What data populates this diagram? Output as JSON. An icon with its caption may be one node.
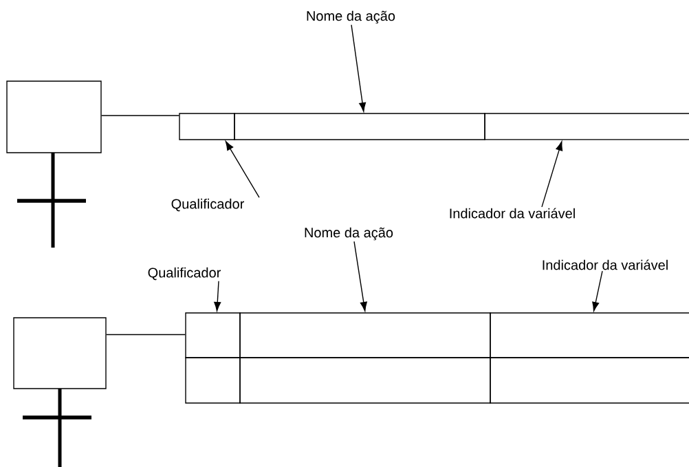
{
  "diagram": {
    "nodes": [
      {
        "text": [],
        "shape": "box"
      },
      {
        "text": [],
        "shape": "box"
      },
      {
        "text": [],
        "shape": "box"
      },
      {
        "text": [],
        "shape": "box"
      },
      {
        "text": [
          "Nome da ação"
        ]
      },
      {
        "text": [
          "Qualificador"
        ]
      },
      {
        "text": [
          "Indicador da variável"
        ]
      },
      {
        "text": [],
        "shape": "box"
      },
      {
        "text": [],
        "shape": "box"
      },
      {
        "text": [],
        "shape": "box"
      },
      {
        "text": [],
        "shape": "box"
      },
      {
        "text": [],
        "shape": "box"
      },
      {
        "text": [],
        "shape": "box"
      },
      {
        "text": [],
        "shape": "box"
      },
      {
        "text": [
          "Nome da ação"
        ]
      },
      {
        "text": [
          "Qualificador"
        ]
      },
      {
        "text": [
          "Indicador da variável"
        ]
      }
    ],
    "edges": [
      {
        "from": 0,
        "to": 1,
        "arrow": "none"
      },
      {
        "from": 4,
        "to": 2,
        "arrow": "to"
      },
      {
        "from": 5,
        "to": 1,
        "arrow": "to"
      },
      {
        "from": 6,
        "to": 3,
        "arrow": "to"
      },
      {
        "from": 7,
        "to": 8,
        "arrow": "none"
      },
      {
        "from": 14,
        "to": 10,
        "arrow": "to"
      },
      {
        "from": 15,
        "to": 8,
        "arrow": "to"
      },
      {
        "from": 16,
        "to": 12,
        "arrow": "to"
      }
    ]
  }
}
